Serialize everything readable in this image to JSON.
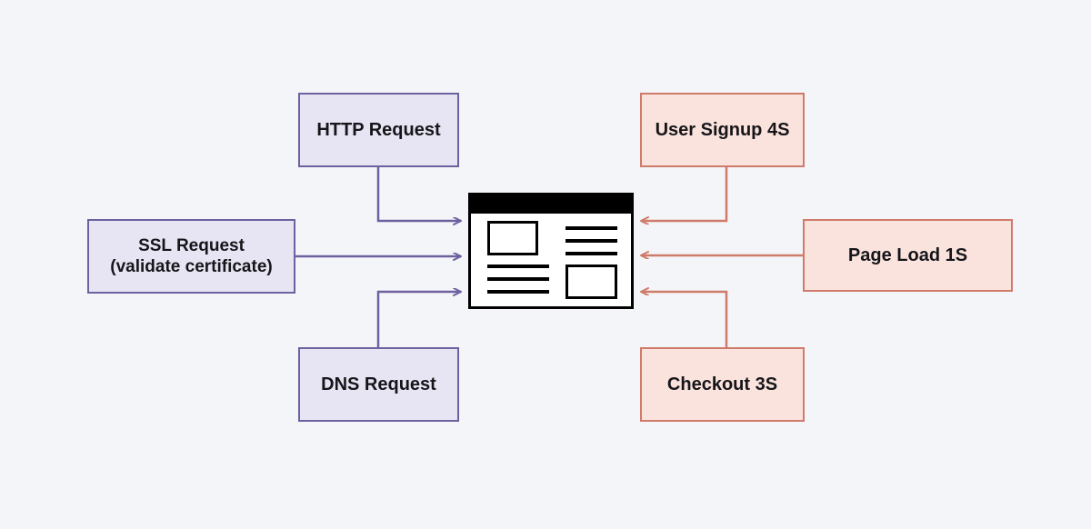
{
  "diagram": {
    "background_color": "#f4f5f8",
    "request_color": {
      "fill": "#e7e5f4",
      "border": "#6d61a0",
      "connector": "#6d61a0"
    },
    "metric_color": {
      "fill": "#fbe3dd",
      "border": "#cf7b6b",
      "connector": "#cf7b6b"
    },
    "center": {
      "name": "browser-window",
      "icon": "browser-window-icon"
    },
    "left_nodes": [
      {
        "id": "http-request",
        "label": "HTTP Request"
      },
      {
        "id": "ssl-request",
        "label": "SSL Request\n(validate certificate)"
      },
      {
        "id": "dns-request",
        "label": "DNS Request"
      }
    ],
    "right_nodes": [
      {
        "id": "user-signup",
        "label": "User Signup 4S"
      },
      {
        "id": "page-load",
        "label": "Page Load 1S"
      },
      {
        "id": "checkout",
        "label": "Checkout 3S"
      }
    ]
  }
}
